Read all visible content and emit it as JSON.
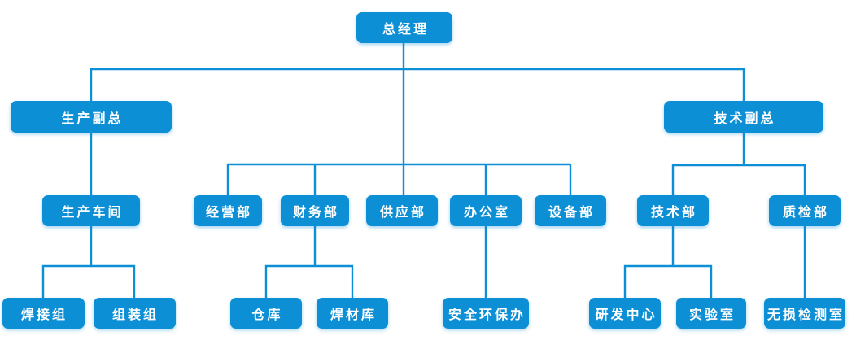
{
  "diagram": {
    "type": "org-chart",
    "accent_color": "#0d8fd6",
    "line_color": "#0d8fd6",
    "text_color": "#ffffff",
    "background_color": "#ffffff",
    "nodes": [
      {
        "id": "general-manager",
        "label": "总经理",
        "level": 1,
        "parent": null
      },
      {
        "id": "production-vp",
        "label": "生产副总",
        "level": 2,
        "parent": "general-manager"
      },
      {
        "id": "technical-vp",
        "label": "技术副总",
        "level": 2,
        "parent": "general-manager"
      },
      {
        "id": "production-workshop",
        "label": "生产车间",
        "level": 3,
        "parent": "production-vp"
      },
      {
        "id": "business-dept",
        "label": "经营部",
        "level": 3,
        "parent": "general-manager"
      },
      {
        "id": "finance-dept",
        "label": "财务部",
        "level": 3,
        "parent": "general-manager"
      },
      {
        "id": "supply-dept",
        "label": "供应部",
        "level": 3,
        "parent": "general-manager"
      },
      {
        "id": "office",
        "label": "办公室",
        "level": 3,
        "parent": "general-manager"
      },
      {
        "id": "equipment-dept",
        "label": "设备部",
        "level": 3,
        "parent": "general-manager"
      },
      {
        "id": "technical-dept",
        "label": "技术部",
        "level": 3,
        "parent": "technical-vp"
      },
      {
        "id": "quality-dept",
        "label": "质检部",
        "level": 3,
        "parent": "technical-vp"
      },
      {
        "id": "welding-group",
        "label": "焊接组",
        "level": 4,
        "parent": "production-workshop"
      },
      {
        "id": "assembly-group",
        "label": "组装组",
        "level": 4,
        "parent": "production-workshop"
      },
      {
        "id": "warehouse",
        "label": "仓库",
        "level": 4,
        "parent": "finance-dept"
      },
      {
        "id": "welding-material-warehouse",
        "label": "焊材库",
        "level": 4,
        "parent": "finance-dept"
      },
      {
        "id": "safety-environment-office",
        "label": "安全环保办",
        "level": 4,
        "parent": "office"
      },
      {
        "id": "rd-center",
        "label": "研发中心",
        "level": 4,
        "parent": "technical-dept"
      },
      {
        "id": "laboratory",
        "label": "实验室",
        "level": 4,
        "parent": "technical-dept"
      },
      {
        "id": "ndt-room",
        "label": "无损检测室",
        "level": 4,
        "parent": "quality-dept"
      }
    ]
  }
}
